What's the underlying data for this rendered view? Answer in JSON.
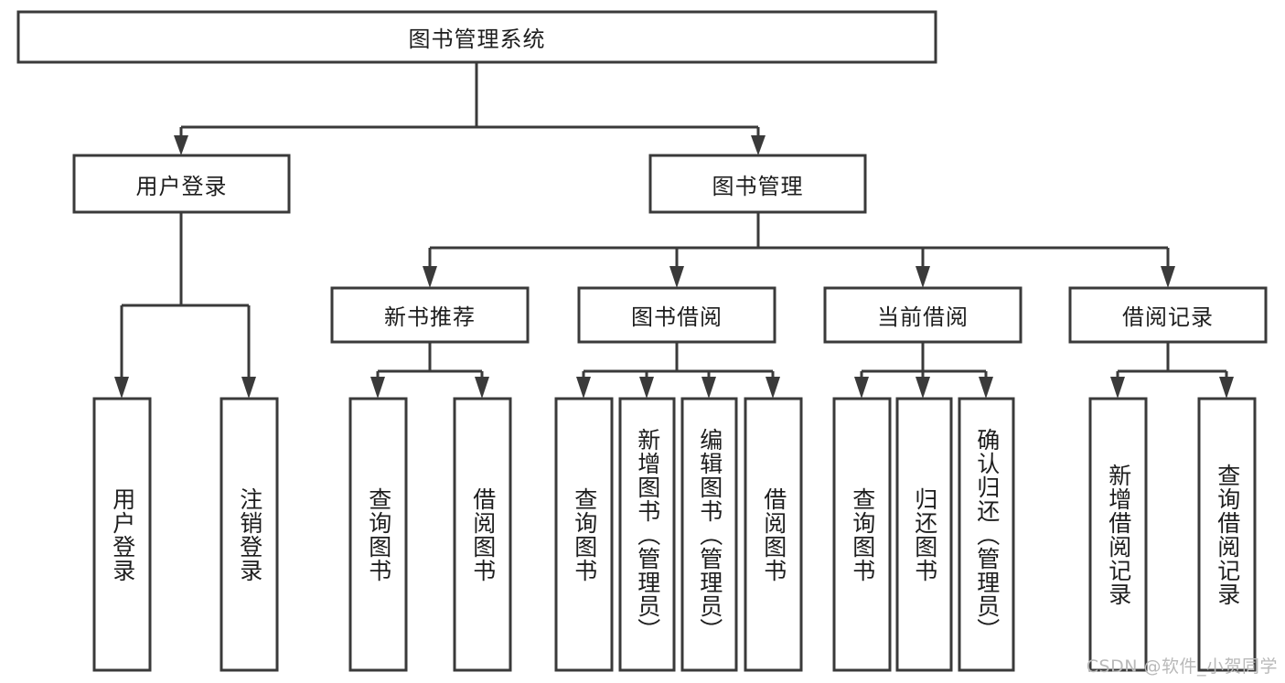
{
  "diagram": {
    "type": "tree",
    "title": "图书管理系统",
    "watermark": "CSDN @软件_小贺同学",
    "colors": {
      "box_fill": "#ffffff",
      "box_stroke": "#3a3a3a",
      "connector": "#3a3a3a",
      "text": "#1d1d1d",
      "watermark": "#b9b9b9",
      "background": "#ffffff"
    },
    "nodes": {
      "root": {
        "label": "图书管理系统"
      },
      "level2": [
        {
          "label": "用户登录"
        },
        {
          "label": "图书管理"
        }
      ],
      "level3": [
        {
          "label": "新书推荐"
        },
        {
          "label": "图书借阅"
        },
        {
          "label": "当前借阅"
        },
        {
          "label": "借阅记录"
        }
      ],
      "leaves": {
        "user_login": [
          {
            "label": "用户登录"
          },
          {
            "label": "注销登录"
          }
        ],
        "new_book_recommend": [
          {
            "label": "查询图书"
          },
          {
            "label": "借阅图书"
          }
        ],
        "book_borrow": [
          {
            "label": "查询图书"
          },
          {
            "label": "新增图书（管理员）"
          },
          {
            "label": "编辑图书（管理员）"
          },
          {
            "label": "借阅图书"
          }
        ],
        "current_borrow": [
          {
            "label": "查询图书"
          },
          {
            "label": "归还图书"
          },
          {
            "label": "确认归还（管理员）"
          }
        ],
        "borrow_record": [
          {
            "label": "新增借阅记录"
          },
          {
            "label": "查询借阅记录"
          }
        ]
      }
    }
  }
}
